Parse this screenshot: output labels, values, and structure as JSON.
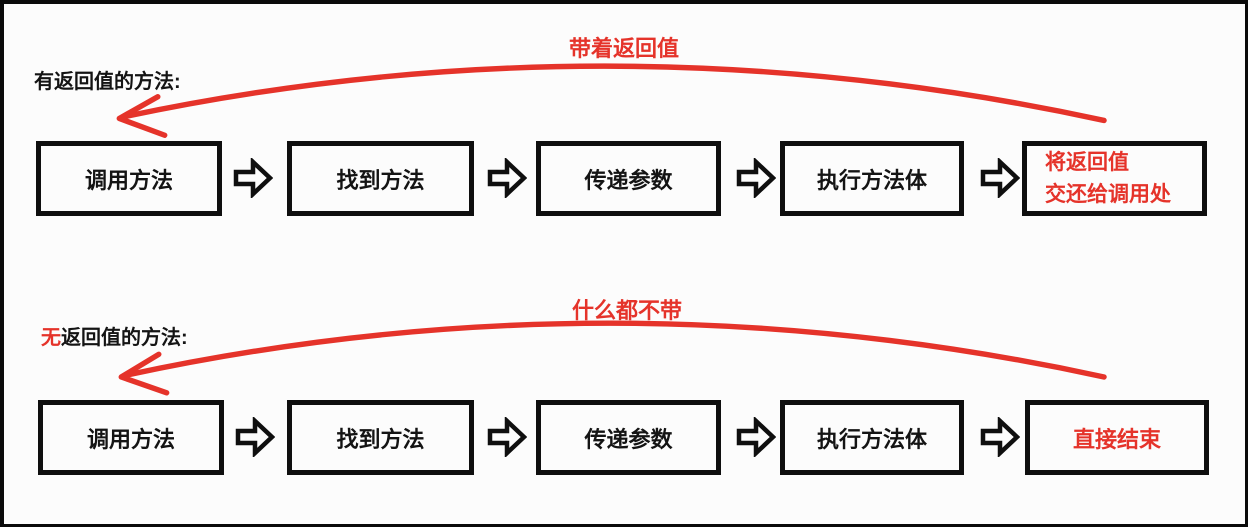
{
  "colors": {
    "red": "#e5332a",
    "ink": "#141414"
  },
  "flow_with_return": {
    "label": "有返回值的方法:",
    "arc_label": "带着返回值",
    "steps": [
      "调用方法",
      "找到方法",
      "传递参数",
      "执行方法体"
    ],
    "final_step_line1": "将返回值",
    "final_step_line2": "交还给调用处"
  },
  "flow_without_return": {
    "label_prefix": "无",
    "label_rest": "返回值的方法:",
    "arc_label": "什么都不带",
    "steps": [
      "调用方法",
      "找到方法",
      "传递参数",
      "执行方法体"
    ],
    "final_step": "直接结束"
  }
}
